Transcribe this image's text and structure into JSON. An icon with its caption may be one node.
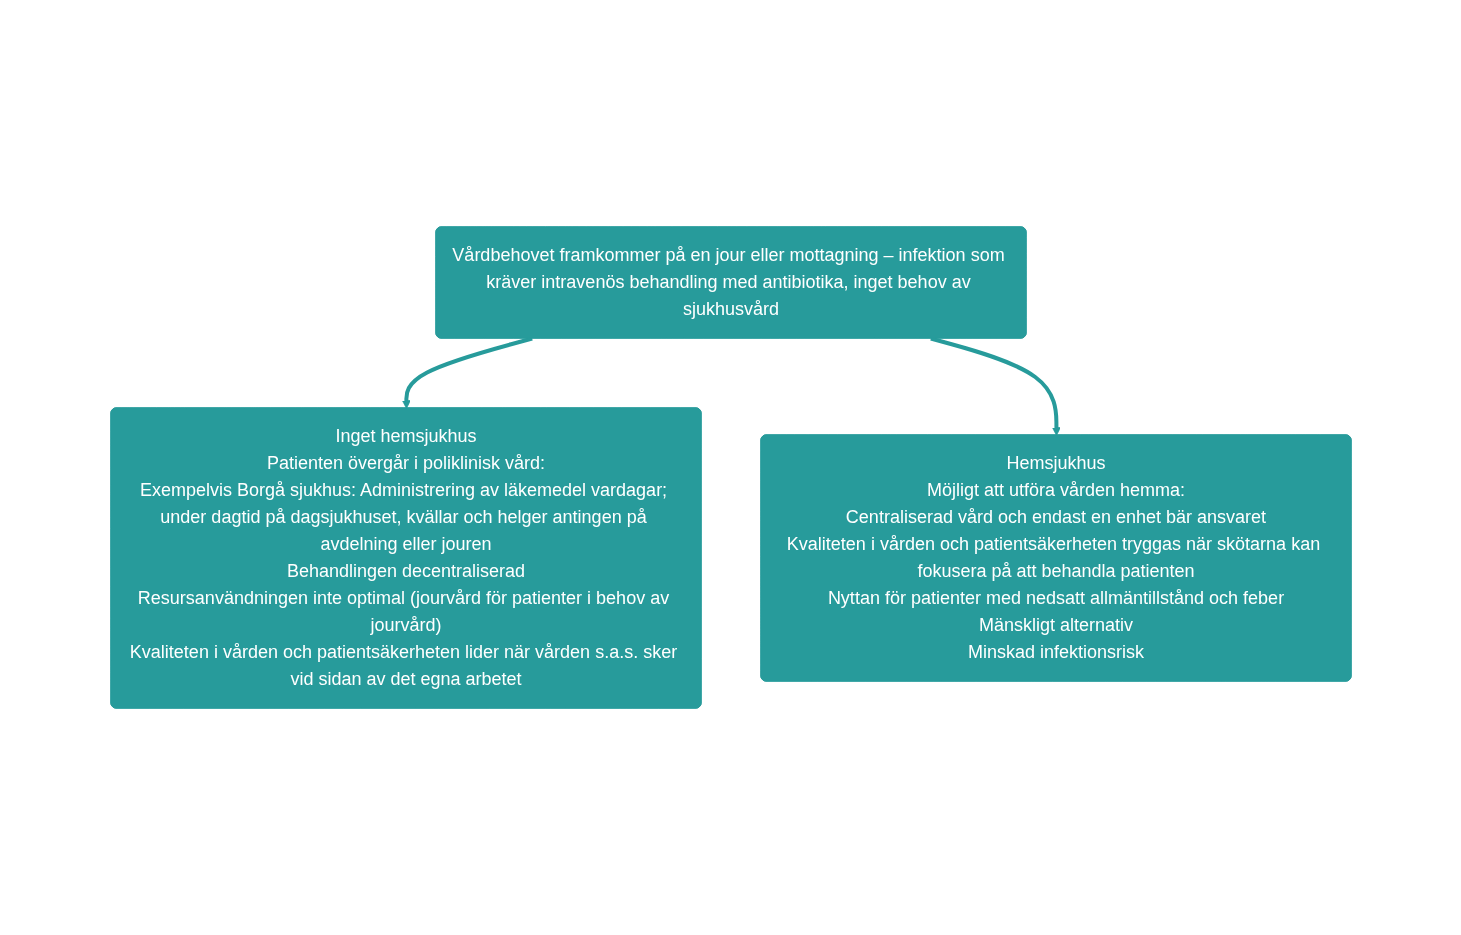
{
  "diagram": {
    "nodes": [
      {
        "text": [
          "Vårdbehovet framkommer på en jour eller mottagning – infektion som kräver intravenös behandling med antibiotika, inget behov av sjukhusvård"
        ]
      },
      {
        "text": [
          "Inget hemsjukhus",
          "Patienten övergår i poliklinisk vård:",
          "Exempelvis Borgå sjukhus: Administrering av läkemedel vardagar; under dagtid på dagsjukhuset, kvällar och helger antingen på avdelning eller jouren",
          "Behandlingen decentraliserad",
          "Resursanvändningen inte optimal (jourvård för patienter i behov av jourvård)",
          "Kvaliteten i vården och patientsäkerheten lider när vården s.a.s. sker vid sidan av det egna arbetet"
        ]
      },
      {
        "text": [
          "Hemsjukhus",
          "Möjligt att utföra vården hemma:",
          "Centraliserad vård och endast en enhet bär ansvaret",
          "Kvaliteten i vården och patientsäkerheten tryggas när skötarna kan fokusera på att behandla patienten",
          "Nyttan för patienter med nedsatt allmäntillstånd och feber",
          "Mänskligt alternativ",
          "Minskad infektionsrisk"
        ]
      }
    ],
    "edges": [
      {
        "from": 0,
        "to": 1,
        "arrow": "to"
      },
      {
        "from": 0,
        "to": 2,
        "arrow": "to"
      }
    ]
  }
}
